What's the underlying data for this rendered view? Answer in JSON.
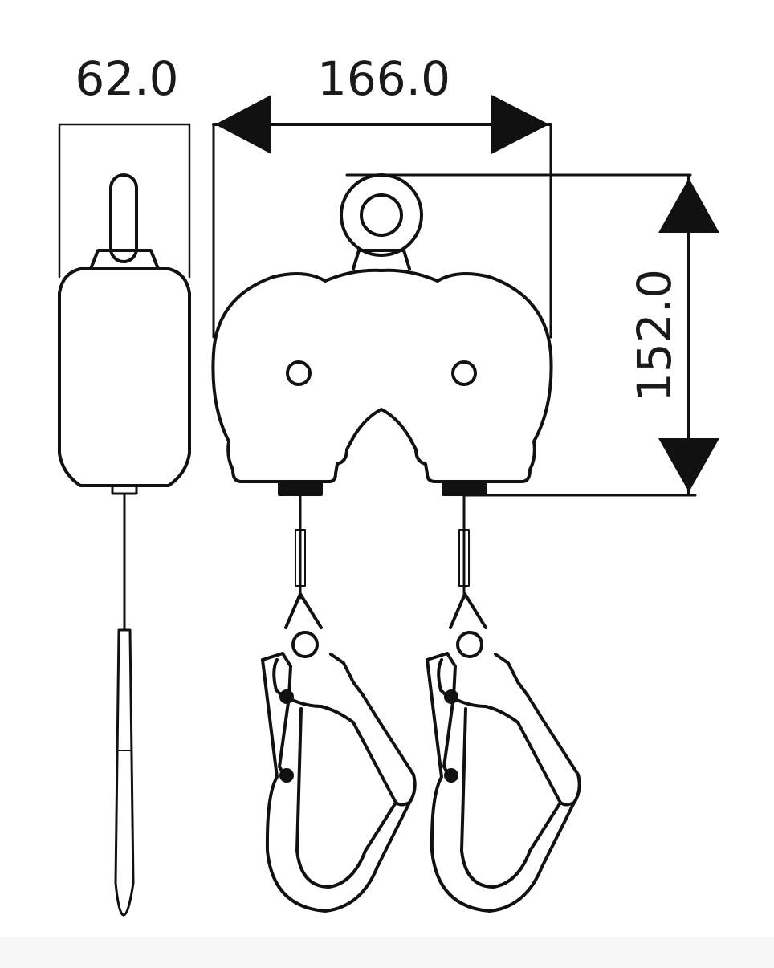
{
  "dimensions": {
    "width_side": "62.0",
    "width_front": "166.0",
    "height_front": "152.0"
  },
  "colors": {
    "line": "#111111",
    "background": "#ffffff"
  }
}
